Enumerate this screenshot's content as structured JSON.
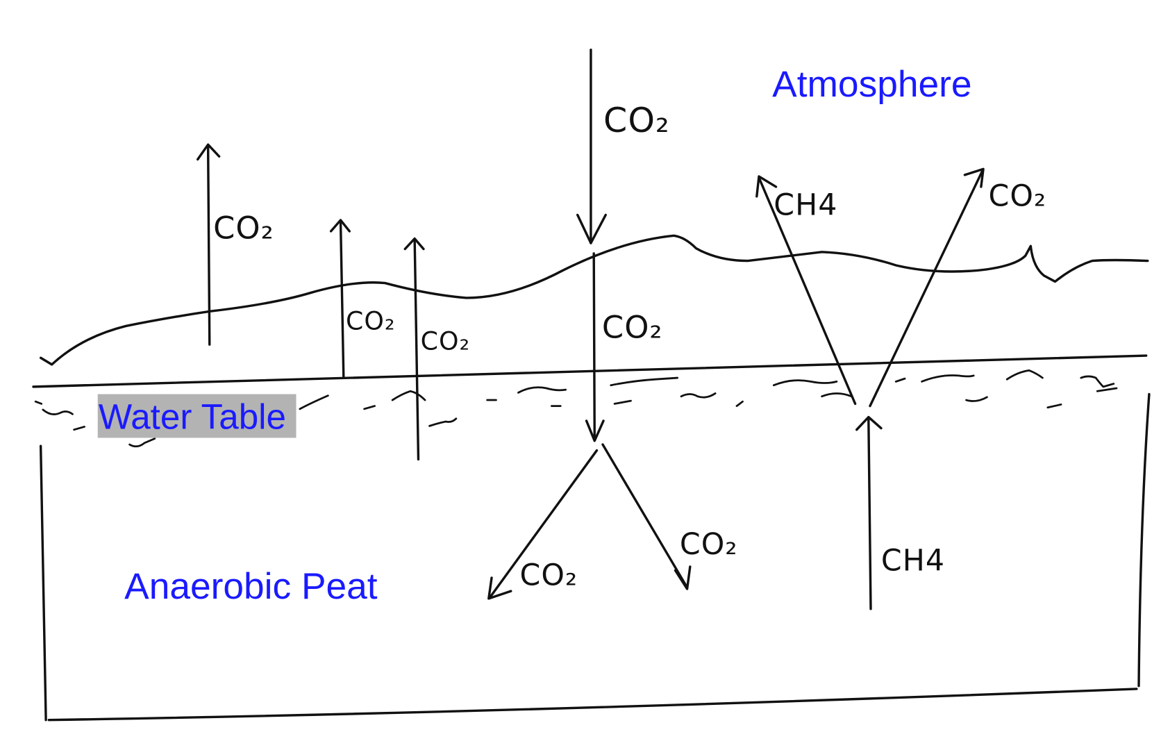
{
  "labels": {
    "atmosphere": "Atmosphere",
    "water_table": "Water Table",
    "anaerobic_peat": "Anaerobic Peat"
  },
  "fluxes": [
    {
      "label": "CO₂"
    },
    {
      "label": "CO₂"
    },
    {
      "label": "CO₂"
    },
    {
      "label": "CO₂"
    },
    {
      "label": "CO₂"
    },
    {
      "label": "CO₂"
    },
    {
      "label": "CO₂"
    },
    {
      "label": "CH4"
    },
    {
      "label": "CO₂"
    },
    {
      "label": "CH4"
    }
  ],
  "colors": {
    "label_text": "#1a1aff",
    "water_table_highlight": "#b3b3b3",
    "ink": "#111111"
  }
}
